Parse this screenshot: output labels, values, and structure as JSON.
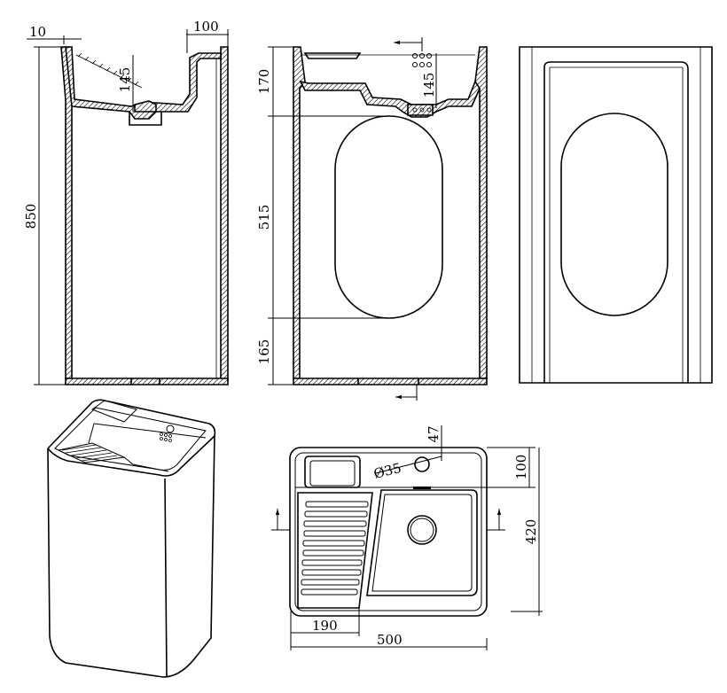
{
  "dimensions": {
    "side_top_offset": "10",
    "side_rim_width": "100",
    "side_basin_depth": "145",
    "side_total_height": "850",
    "front_top_section": "170",
    "front_basin_depth": "145",
    "front_door_height": "515",
    "front_bottom_section": "165",
    "plan_faucet_offset": "47",
    "plan_hole_diameter": "Ø35",
    "plan_shelf_depth": "100",
    "plan_depth": "420",
    "plan_washboard_width": "190",
    "plan_total_width": "500"
  }
}
